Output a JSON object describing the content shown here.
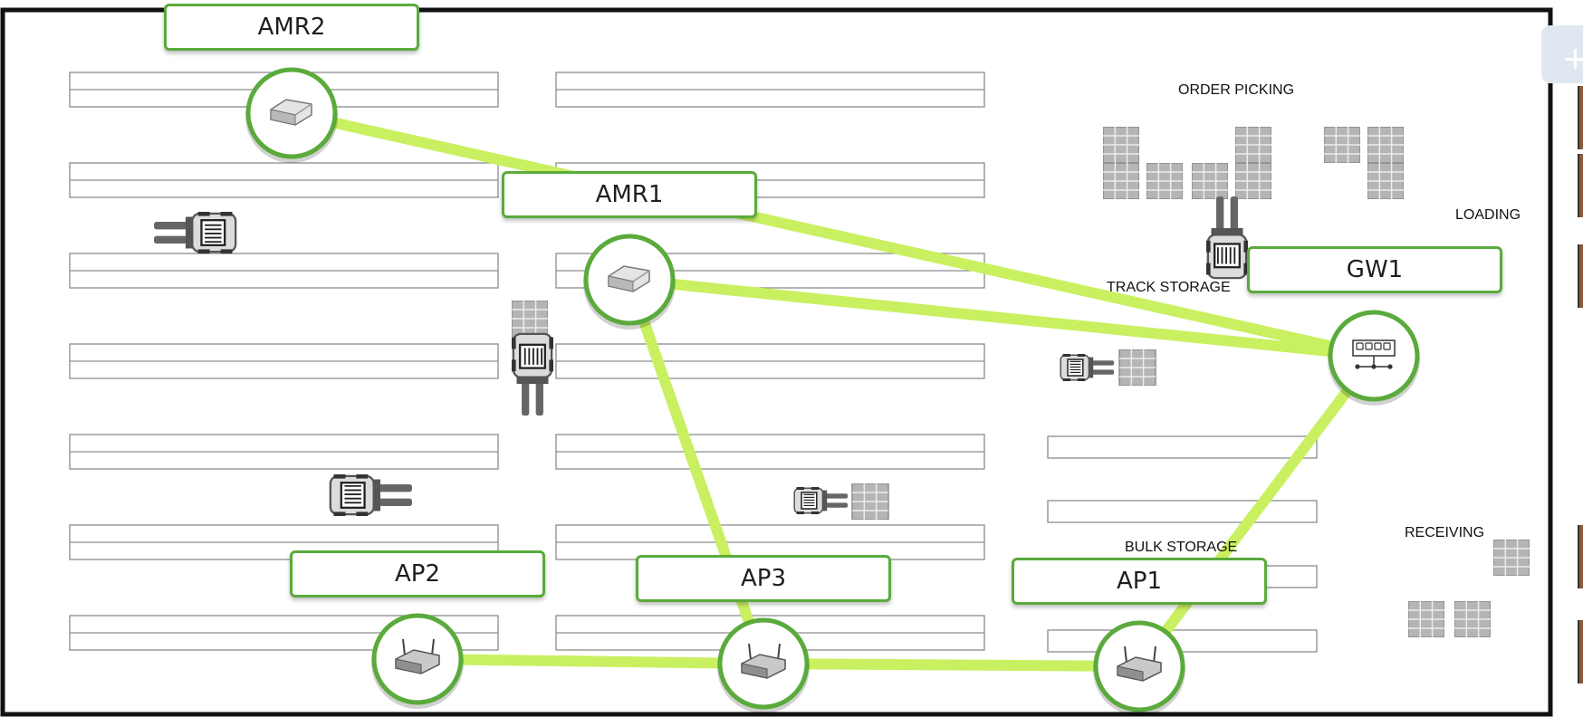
{
  "diagram": {
    "zones": {
      "order_picking": "ORDER PICKING",
      "loading": "LOADING",
      "track_storage": "TRACK STORAGE",
      "bulk_storage": "BULK STORAGE",
      "receiving": "RECEIVING"
    },
    "nodes": {
      "amr2": {
        "label": "AMR2",
        "type": "robot",
        "icon": "robot-icon"
      },
      "amr1": {
        "label": "AMR1",
        "type": "robot",
        "icon": "robot-icon"
      },
      "gw1": {
        "label": "GW1",
        "type": "gateway",
        "icon": "network-switch-icon"
      },
      "ap2": {
        "label": "AP2",
        "type": "access-point",
        "icon": "router-icon"
      },
      "ap3": {
        "label": "AP3",
        "type": "access-point",
        "icon": "router-icon"
      },
      "ap1": {
        "label": "AP1",
        "type": "access-point",
        "icon": "router-icon"
      }
    },
    "links": [
      [
        "amr2",
        "gw1"
      ],
      [
        "amr1",
        "gw1"
      ],
      [
        "amr1",
        "ap3"
      ],
      [
        "gw1",
        "ap1"
      ],
      [
        "ap2",
        "ap3"
      ],
      [
        "ap3",
        "ap1"
      ]
    ],
    "colors": {
      "node_ring": "#5aaa3c",
      "link": "#c9f060",
      "rack_stroke": "#8c8c8c",
      "pallet": "#a9a9a9",
      "floor_border": "#111111"
    }
  }
}
